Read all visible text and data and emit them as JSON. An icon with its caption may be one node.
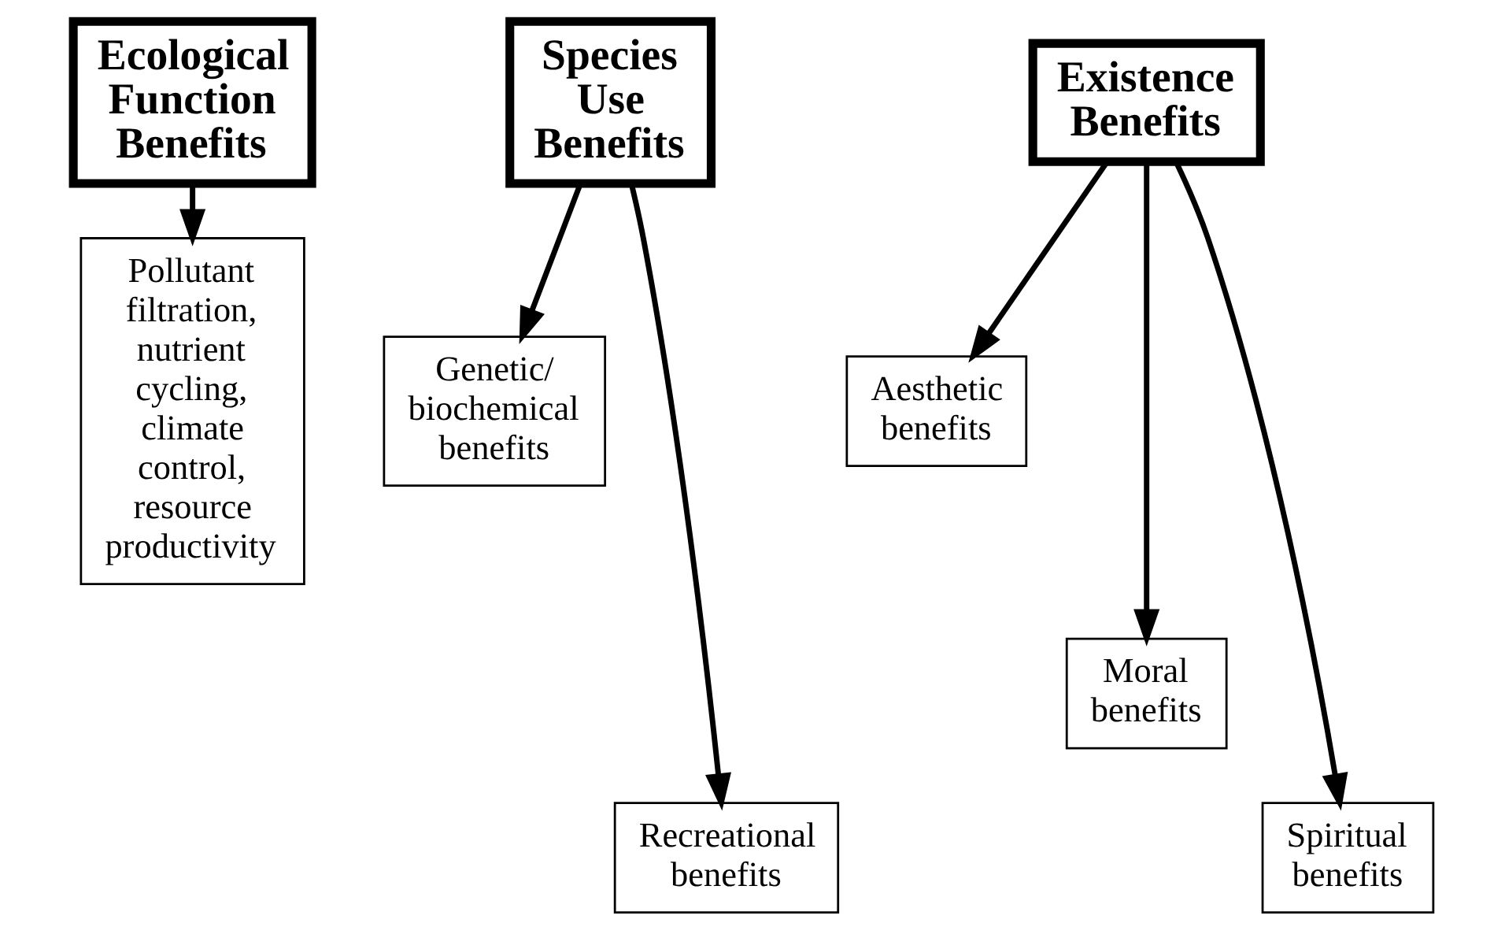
{
  "diagram": {
    "nodes": [
      {
        "text": [
          "Ecological Function Benefits"
        ]
      },
      {
        "text": [
          "Pollutant filtration, nutrient cycling, climate control, resource productivity"
        ]
      },
      {
        "text": [
          "Species Use Benefits"
        ]
      },
      {
        "text": [
          "Genetic/ biochemical benefits"
        ]
      },
      {
        "text": [
          "Recreational benefits"
        ]
      },
      {
        "text": [
          "Existence Benefits"
        ]
      },
      {
        "text": [
          "Aesthetic benefits"
        ]
      },
      {
        "text": [
          "Moral benefits"
        ]
      },
      {
        "text": [
          "Spiritual benefits"
        ]
      }
    ],
    "edges": [
      {
        "from": 0,
        "to": 1,
        "arrow": "to"
      },
      {
        "from": 2,
        "to": 3,
        "arrow": "to"
      },
      {
        "from": 2,
        "to": 4,
        "arrow": "to"
      },
      {
        "from": 5,
        "to": 6,
        "arrow": "to"
      },
      {
        "from": 5,
        "to": 7,
        "arrow": "to"
      },
      {
        "from": 5,
        "to": 8,
        "arrow": "to"
      }
    ]
  }
}
